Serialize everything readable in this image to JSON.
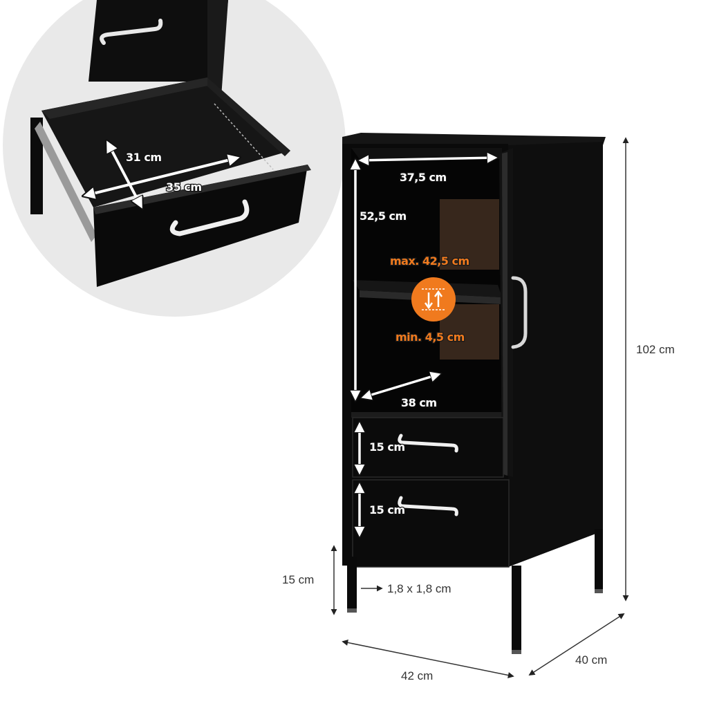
{
  "colors": {
    "cabinet": "#0b0b0b",
    "cabinet_edge": "#2a2a2a",
    "glass": "#3b2a1e",
    "handle": "#e8e8e8",
    "accent": "#f07a1e",
    "circle_bg": "#e9e9e9",
    "dimension_line": "#333333"
  },
  "icons": {
    "shelf_adjust": "up-down-arrows-icon"
  },
  "drawer_detail": {
    "depth": "31 cm",
    "width": "35 cm"
  },
  "interior": {
    "width": "37,5 cm",
    "height": "52,5 cm",
    "depth": "38 cm",
    "shelf_max": "max. 42,5 cm",
    "shelf_min": "min. 4,5 cm"
  },
  "drawers": {
    "top_height": "15 cm",
    "bottom_height": "15 cm"
  },
  "exterior": {
    "total_height": "102 cm",
    "leg_height": "15 cm",
    "leg_profile": "1,8 x 1,8 cm",
    "width": "42 cm",
    "depth": "40 cm"
  }
}
